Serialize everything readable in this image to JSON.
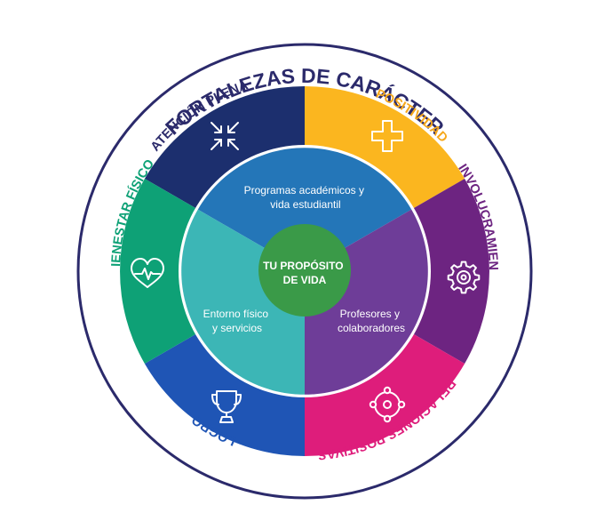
{
  "title": "FORTALEZAS DE CARÁCTER",
  "colors": {
    "navy": "#2b2a6b",
    "center": "#3a9a48"
  },
  "segments": [
    {
      "label": "ATENCIÓN PLENA",
      "color": "#1c2f6e",
      "label_color": "#2b2a6b",
      "icon": "arrows-inward-icon"
    },
    {
      "label": "POSITIVIDAD",
      "color": "#fbb61f",
      "label_color": "#f6a81c",
      "icon": "plus-cross-icon"
    },
    {
      "label": "INVOLUCRAMIENTO",
      "color": "#6d2481",
      "label_color": "#6d2481",
      "icon": "gear-icon"
    },
    {
      "label": "RELACIONES POSITIVAS",
      "color": "#de1d7b",
      "label_color": "#de1d7b",
      "icon": "network-circle-icon"
    },
    {
      "label": "LOGRO",
      "color": "#1f55b5",
      "label_color": "#1f55b5",
      "icon": "trophy-icon"
    },
    {
      "label": "BIENESTAR FÍSICO",
      "color": "#0ea176",
      "label_color": "#0ea176",
      "icon": "heart-pulse-icon"
    }
  ],
  "inner": [
    {
      "lines": [
        "Programas académicos y",
        "vida estudiantil"
      ],
      "color": "#2476b8"
    },
    {
      "lines": [
        "Profesores y",
        "colaboradores"
      ],
      "color": "#6e3d98"
    },
    {
      "lines": [
        "Entorno físico",
        "y servicios"
      ],
      "color": "#3cb6b6"
    }
  ],
  "center": {
    "lines": [
      "TU PROPÓSITO",
      "DE VIDA"
    ]
  }
}
